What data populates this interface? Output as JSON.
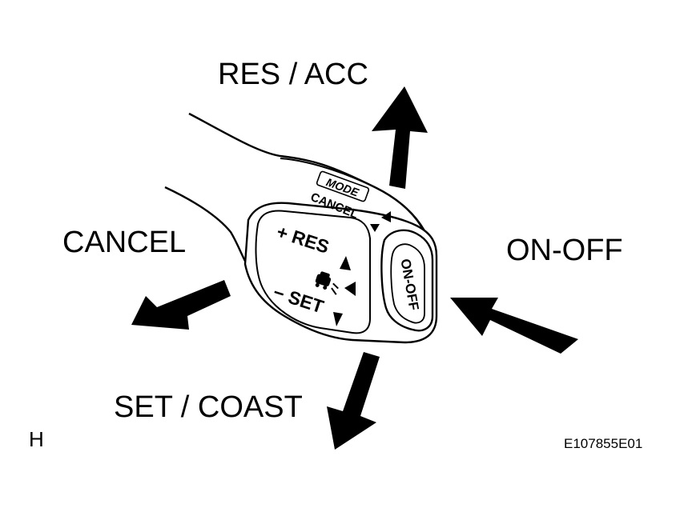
{
  "labels": {
    "res_acc": "RES / ACC",
    "cancel": "CANCEL",
    "on_off": "ON-OFF",
    "set_coast": "SET / COAST",
    "view_letter": "H",
    "figure_code": "E107855E01"
  },
  "lever": {
    "mode": "MODE",
    "cancel": "CANCEL",
    "plus_res": "+ RES",
    "minus_set": "− SET",
    "button": "ON-OFF"
  },
  "colors": {
    "ink": "#000000",
    "paper": "#ffffff"
  }
}
